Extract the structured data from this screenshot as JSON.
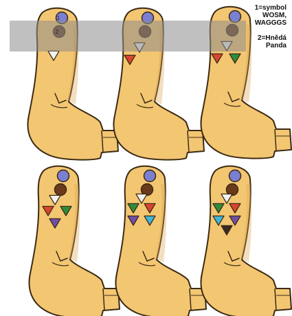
{
  "legend": {
    "line1": "1=symbol",
    "line2": "WOSM,",
    "line3": "WAGGGS",
    "line4": "2=Hnědá",
    "line5": "Panda"
  },
  "callout_labels": {
    "one": "1",
    "two": "2"
  },
  "colors": {
    "sleeve_fill": "#f3c672",
    "sleeve_shade": "#d9a24c",
    "sleeve_outline": "#3b2a14",
    "band_overlay": "#8c8c8c",
    "wosm_badge": "#7b7fd1",
    "panda_badge": "#6b3a1a",
    "white_triangle": "#f2f2f2",
    "red_triangle": "#d9452f",
    "green_triangle": "#2e8c3a",
    "purple_triangle": "#6e4fa8",
    "cyan_triangle": "#3fb6d8",
    "dark_triangle": "#3a2a22"
  },
  "sleeves": [
    {
      "position": "top-left",
      "badges": [
        "white"
      ]
    },
    {
      "position": "top-middle",
      "badges": [
        "white",
        "red"
      ]
    },
    {
      "position": "top-right",
      "badges": [
        "white",
        "red",
        "green"
      ]
    },
    {
      "position": "bottom-left",
      "badges": [
        "white",
        "red",
        "green",
        "purple"
      ]
    },
    {
      "position": "bottom-middle",
      "badges": [
        "white",
        "green",
        "red",
        "purple",
        "cyan"
      ]
    },
    {
      "position": "bottom-right",
      "badges": [
        "white",
        "green",
        "red",
        "cyan",
        "purple",
        "dark"
      ]
    }
  ]
}
